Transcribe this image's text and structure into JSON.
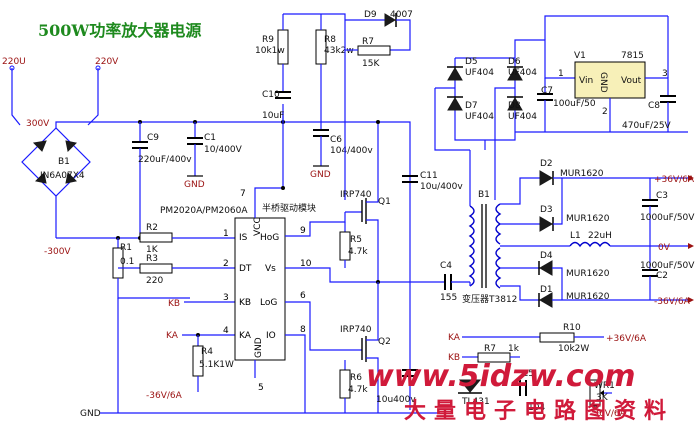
{
  "title": "500W功率放大器电源",
  "nets": {
    "ac1": "220U",
    "ac2": "220V",
    "v300p": "300V",
    "v300n": "-300V",
    "gnd": "GND",
    "kb": "KB",
    "ka": "KA",
    "vneg36": "-36V/6A",
    "vpos36": "+36V/6A",
    "v0": "0V"
  },
  "bridge": {
    "ref": "B1",
    "part": "IN6A07X4"
  },
  "ic": {
    "part": "PM2020A/PM2060A",
    "note": "半桥驱动模块",
    "pins": [
      {
        "num": "1",
        "name": "IS"
      },
      {
        "num": "2",
        "name": "DT"
      },
      {
        "num": "3",
        "name": "KB"
      },
      {
        "num": "4",
        "name": "KA"
      },
      {
        "num": "5",
        "name": "GND"
      },
      {
        "num": "6",
        "name": "LoG"
      },
      {
        "num": "7",
        "name": "VCC"
      },
      {
        "num": "8",
        "name": "IO"
      },
      {
        "num": "9",
        "name": "HoG"
      },
      {
        "num": "10",
        "name": "Vs"
      }
    ]
  },
  "resistors": {
    "R1": {
      "ref": "R1",
      "val": "0.1"
    },
    "R2": {
      "ref": "R2",
      "val": "1K"
    },
    "R3": {
      "ref": "R3",
      "val": "220"
    },
    "R4": {
      "ref": "R4",
      "val": "5.1K1W"
    },
    "R5": {
      "ref": "R5",
      "val": "4.7k"
    },
    "R6": {
      "ref": "R6",
      "val": "4.7k"
    },
    "R7": {
      "ref": "R7",
      "val": "15K"
    },
    "R8": {
      "ref": "R8",
      "val": "43k2w"
    },
    "R9": {
      "ref": "R9",
      "val": "10k1w"
    },
    "R10": {
      "ref": "R10",
      "val": "10k2W"
    },
    "R7b": {
      "ref": "R7",
      "val": "1k"
    }
  },
  "capacitors": {
    "C1": {
      "ref": "C1",
      "val": "10/400V"
    },
    "C9": {
      "ref": "C9",
      "val": "220uF/400v"
    },
    "C10": {
      "ref": "C10",
      "val": "10uF"
    },
    "C6": {
      "ref": "C6",
      "val": "104/400v"
    },
    "C11": {
      "ref": "C11",
      "val": "10u/400v"
    },
    "C11b": {
      "val": "10u400v"
    },
    "C4": {
      "ref": "C4",
      "val": "155"
    },
    "C7": {
      "ref": "C7",
      "val": "100uF/50"
    },
    "C8": {
      "ref": "C8",
      "val": "470uF/25V"
    },
    "C3": {
      "ref": "C3",
      "val": "1000uF/50V"
    },
    "C2": {
      "ref": "C2",
      "val": "1000uF/50V"
    },
    "C5": {
      "ref": "C5",
      "val": "104"
    }
  },
  "mosfets": {
    "Q1": {
      "ref": "Q1",
      "part": "IRP740"
    },
    "Q2": {
      "ref": "Q2",
      "part": "IRP740"
    }
  },
  "diodes": {
    "D9": {
      "ref": "D9",
      "part": "4007"
    },
    "D5": {
      "ref": "D5",
      "part": "UF404"
    },
    "D6": {
      "ref": "D6",
      "part": "UF404"
    },
    "D7": {
      "ref": "D7",
      "part": "UF404"
    },
    "D8": {
      "ref": "D8",
      "part": "UF404"
    },
    "D1": {
      "ref": "D1",
      "part": "MUR1620"
    },
    "D2": {
      "ref": "D2",
      "part": "MUR1620"
    },
    "D3": {
      "ref": "D3",
      "part": "MUR1620"
    },
    "D4": {
      "ref": "D4",
      "part": "MUR1620"
    }
  },
  "regulator": {
    "ref": "V1",
    "part": "7815",
    "vin": "Vin",
    "gnd": "GND",
    "vout": "Vout",
    "p1": "1",
    "p2": "2",
    "p3": "3"
  },
  "transformer": {
    "ref": "B1",
    "part": "变压器T3812"
  },
  "inductor": {
    "ref": "L1",
    "val": "22uH"
  },
  "shunt": {
    "part": "TL431"
  },
  "trimmer": {
    "ref": "WR1",
    "val": "3K"
  },
  "watermark": {
    "url": "www.5idzw.com",
    "cn": "大量电子电路图资料"
  }
}
